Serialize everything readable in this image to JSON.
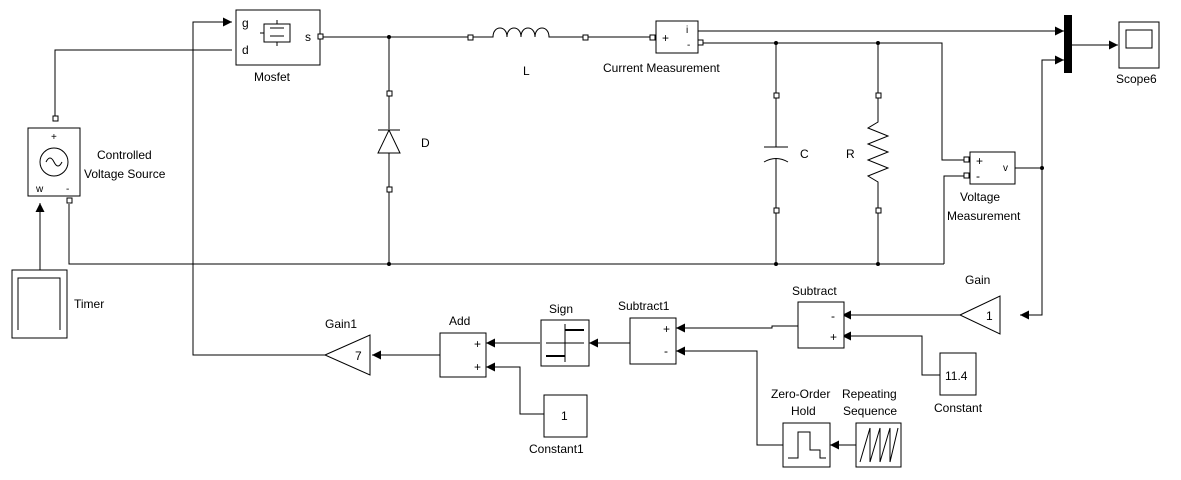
{
  "diagram": {
    "blocks": {
      "mosfet": {
        "label": "Mosfet",
        "port_g": "g",
        "port_d": "d",
        "port_s": "s"
      },
      "inductor": {
        "label": "L"
      },
      "current_meas": {
        "label": "Current Measurement",
        "plus": "+",
        "i": "i",
        "minus": "-"
      },
      "diode": {
        "label": "D"
      },
      "capacitor": {
        "label": "C"
      },
      "resistor": {
        "label": "R"
      },
      "voltage_meas": {
        "label_line1": "Voltage",
        "label_line2": "Measurement",
        "plus": "+",
        "minus": "-",
        "v": "v"
      },
      "scope": {
        "label": "Scope6"
      },
      "cvs": {
        "label_line1": "Controlled",
        "label_line2": "Voltage Source"
      },
      "timer": {
        "label": "Timer"
      },
      "gain": {
        "label": "Gain",
        "value": "1"
      },
      "subtract": {
        "label": "Subtract",
        "minus": "-",
        "plus": "+"
      },
      "constant": {
        "label": "Constant",
        "value": "11.4"
      },
      "subtract1": {
        "label": "Subtract1",
        "plus": "+",
        "minus": "-"
      },
      "sign": {
        "label": "Sign"
      },
      "add": {
        "label": "Add",
        "plus1": "+",
        "plus2": "+"
      },
      "gain1": {
        "label": "Gain1",
        "value": "7"
      },
      "constant1": {
        "label": "Constant1",
        "value": "1"
      },
      "zoh": {
        "label_line1": "Zero-Order",
        "label_line2": "Hold"
      },
      "repseq": {
        "label_line1": "Repeating",
        "label_line2": "Sequence"
      }
    }
  }
}
